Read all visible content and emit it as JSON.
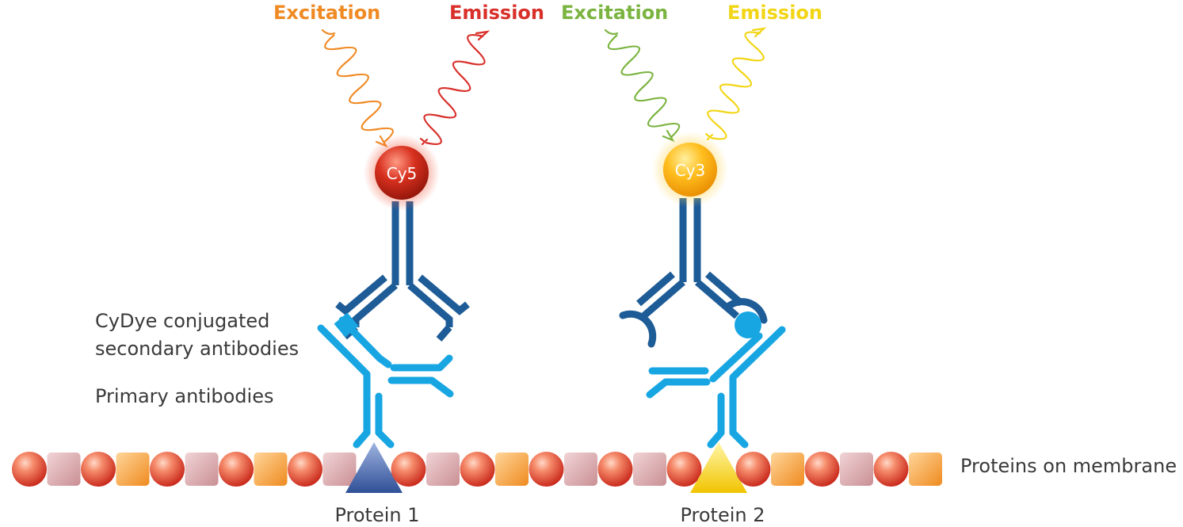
{
  "labels": {
    "cy5_excitation": "Excitation",
    "cy5_emission": "Emission",
    "cy3_excitation": "Excitation",
    "cy3_emission": "Emission",
    "secondary_line1": "CyDye conjugated",
    "secondary_line2": "secondary antibodies",
    "primary": "Primary antibodies",
    "membrane": "Proteins on membrane",
    "protein1": "Protein 1",
    "protein2": "Protein 2"
  },
  "dyes": {
    "cy5": "Cy5",
    "cy3": "Cy3"
  },
  "colors": {
    "excitation_orange": "#F08A24",
    "emission_red": "#D9302A",
    "excitation_green": "#7BB440",
    "emission_yellow": "#F2D515",
    "secondary_dark_blue": "#1E5C97",
    "primary_light_blue": "#18A6E3",
    "protein1_blue": "#3D5FA8",
    "protein2_yellow": "#F5C800",
    "text_gray": "#3A3A3A"
  },
  "membrane_beads": [
    "sphere",
    "square",
    "sphere",
    "square-orange",
    "sphere",
    "square",
    "sphere",
    "square-orange",
    "sphere",
    "square",
    "protein1",
    "sphere",
    "square",
    "sphere",
    "square-orange",
    "sphere",
    "square",
    "sphere",
    "square",
    "sphere",
    "protein2",
    "sphere",
    "square-orange",
    "sphere",
    "square",
    "sphere",
    "square-orange"
  ]
}
